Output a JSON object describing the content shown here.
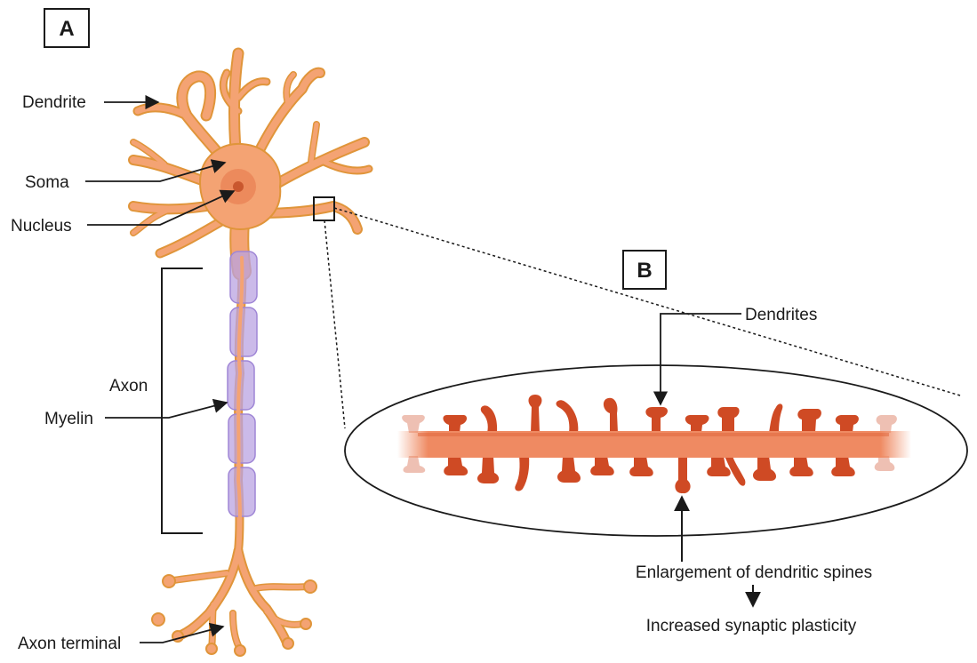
{
  "panels": {
    "a": "A",
    "b": "B"
  },
  "neuron_labels": {
    "dendrite": "Dendrite",
    "soma": "Soma",
    "nucleus": "Nucleus",
    "axon": "Axon",
    "myelin": "Myelin",
    "axon_terminal": "Axon terminal"
  },
  "zoom_labels": {
    "dendrites": "Dendrites",
    "enlargement": "Enlargement of dendritic spines",
    "plasticity": "Increased synaptic plasticity"
  },
  "colors": {
    "neuron_fill": "#f4a373",
    "neuron_outline": "#e0953a",
    "soma_ring": "#ec8a5c",
    "nucleus": "#c9572e",
    "myelin": "#b9a3e2",
    "dendrite_shaft": "#ef8a62",
    "spines": "#cf4a24",
    "ink": "#1a1a1a"
  }
}
